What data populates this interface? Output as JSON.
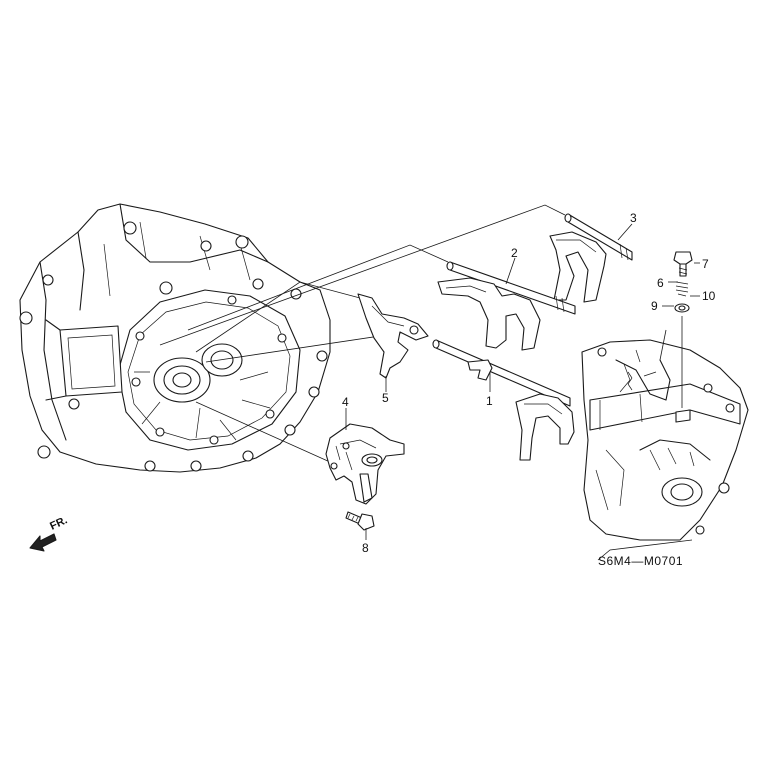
{
  "diagram": {
    "callouts": [
      {
        "id": "1",
        "label": "1"
      },
      {
        "id": "2",
        "label": "2"
      },
      {
        "id": "3",
        "label": "3"
      },
      {
        "id": "4",
        "label": "4"
      },
      {
        "id": "5",
        "label": "5"
      },
      {
        "id": "6",
        "label": "6"
      },
      {
        "id": "7",
        "label": "7"
      },
      {
        "id": "8",
        "label": "8"
      },
      {
        "id": "9",
        "label": "9"
      },
      {
        "id": "10",
        "label": "10"
      }
    ],
    "diagram_code": "S6M4—M0701",
    "front_marker": "FR."
  }
}
